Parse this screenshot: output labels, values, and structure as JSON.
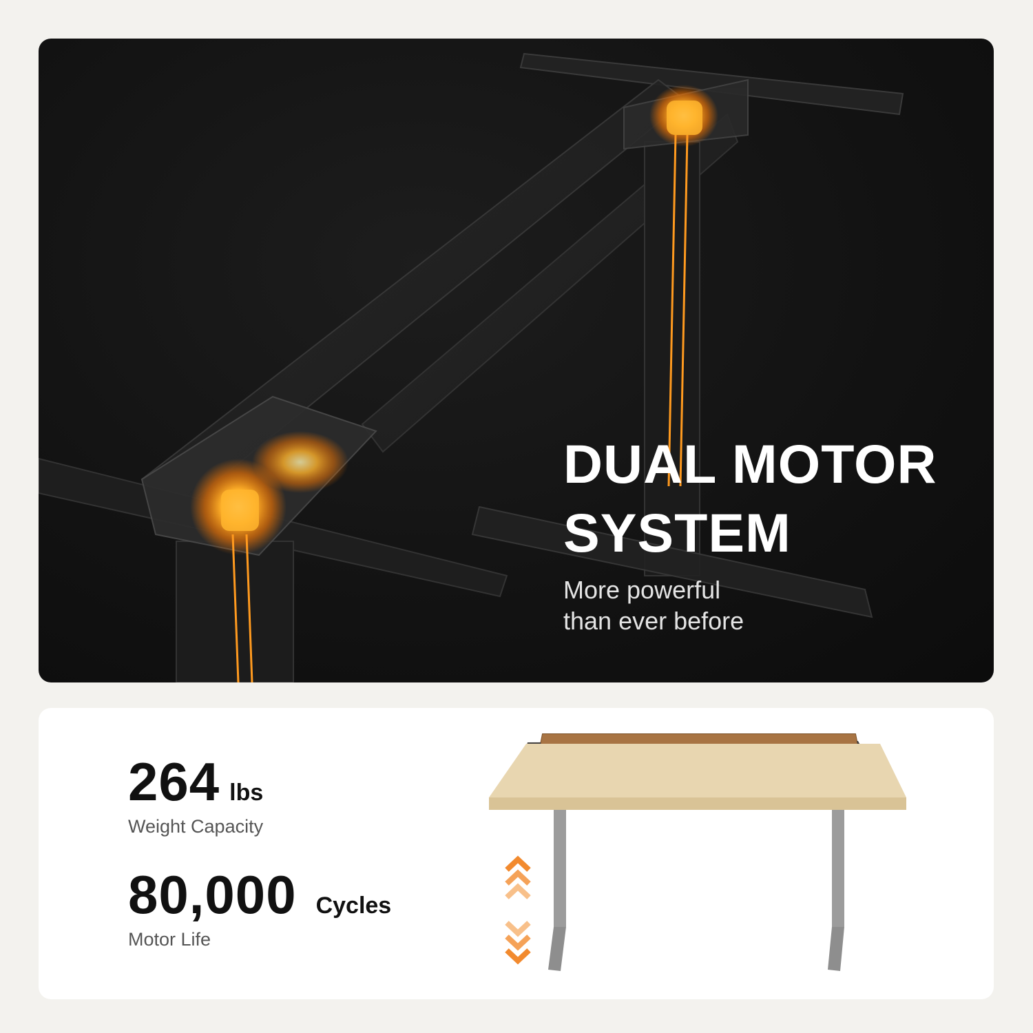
{
  "hero": {
    "title_line1": "DUAL MOTOR",
    "title_line2": "SYSTEM",
    "subtitle_line1": "More powerful",
    "subtitle_line2": "than ever before"
  },
  "specs": {
    "weight": {
      "value": "264",
      "unit": "lbs",
      "caption": "Weight Capacity"
    },
    "cycles": {
      "value": "80,000",
      "unit": "Cycles",
      "caption": "Motor Life"
    }
  },
  "colors": {
    "background": "#f3f2ee",
    "hero_bg": "#121212",
    "motor_glow": "#ff9a1f",
    "arrow_orange": "#f28a2e",
    "text_dark": "#111111",
    "caption_gray": "#555555"
  },
  "icons": [
    "motor-glow-icon",
    "up-arrows-icon",
    "down-arrows-icon"
  ]
}
